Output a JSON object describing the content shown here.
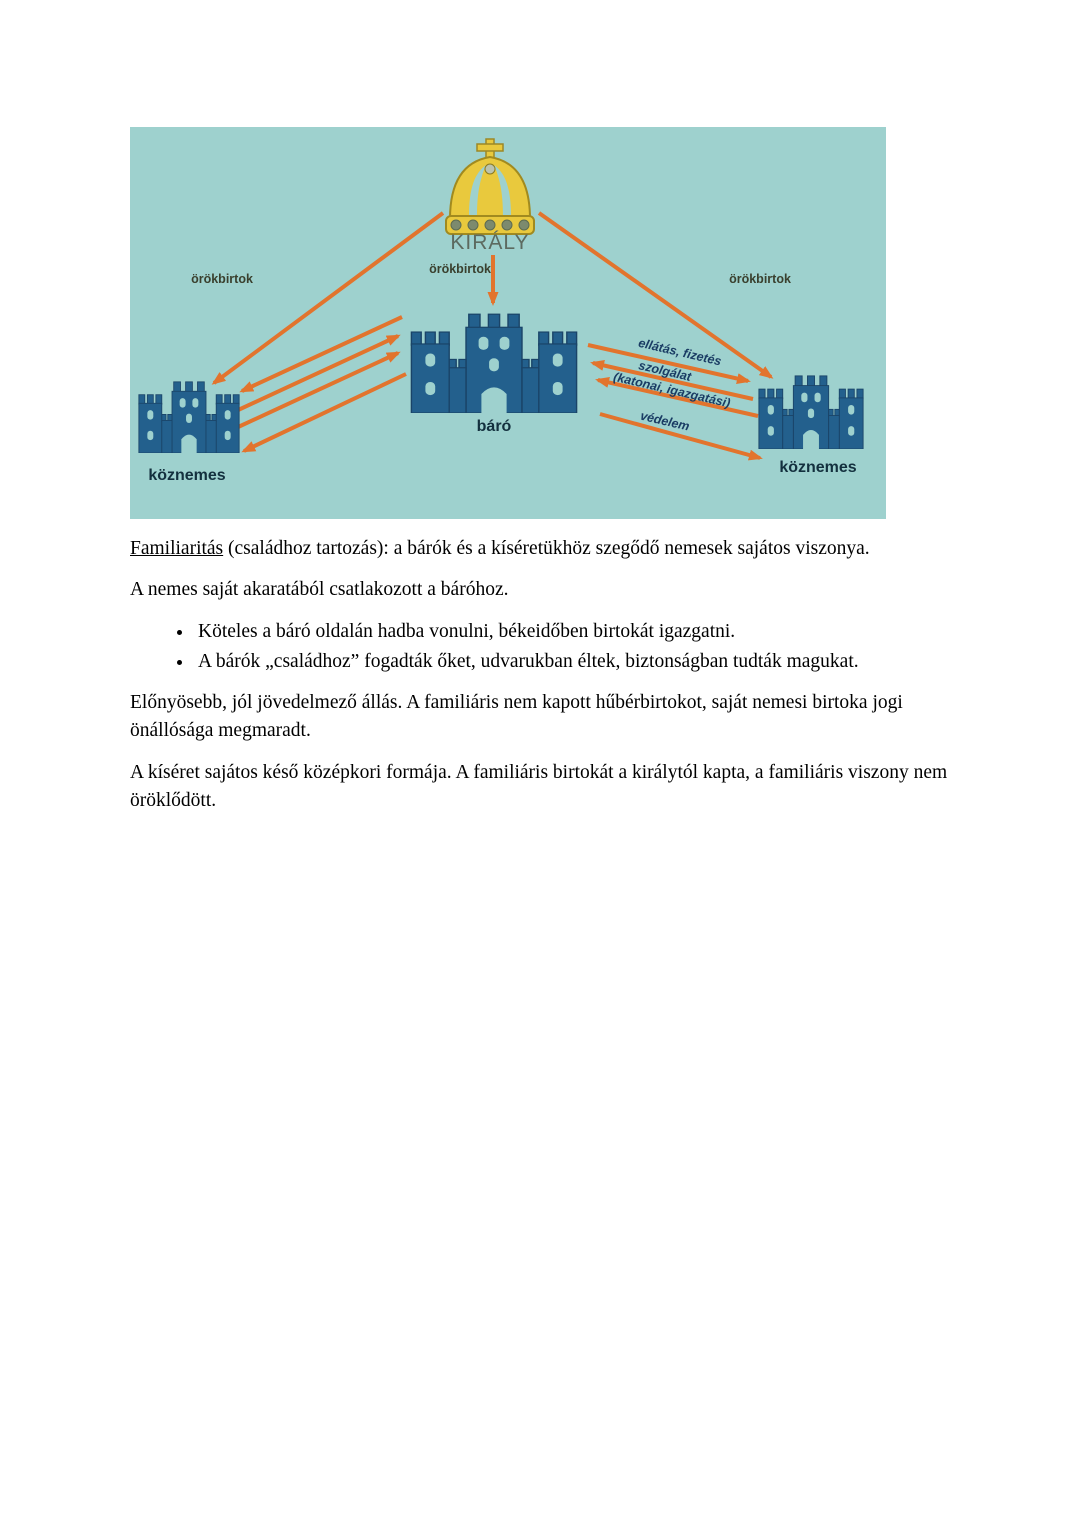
{
  "diagram": {
    "king_label": "KIRÁLY",
    "orokbirtok_labels": [
      "örökbirtok",
      "örökbirtok",
      "örökbirtok"
    ],
    "baro_label": "báró",
    "koznemes_labels": [
      "köznemes",
      "köznemes"
    ],
    "service_labels": [
      "ellátás, fizetés",
      "szolgálat",
      "(katonai, igazgatási)",
      "védelem"
    ],
    "colors": {
      "diagram_background": "#9ed1ce",
      "arrow_orange": "#e2742d",
      "castle_navy": "#23608d",
      "crown_gold": "#e9c93d"
    }
  },
  "content": {
    "para1_term": "Familiaritás",
    "para1_rest": " (családhoz tartozás): a bárók és a kíséretükhöz szegődő nemesek sajátos viszonya.",
    "para2": "A nemes saját akaratából csatlakozott a báróhoz.",
    "bullets": [
      "Köteles a báró oldalán hadba vonulni, békeidőben birtokát igazgatni.",
      "A bárók „családhoz” fogadták őket, udvarukban éltek, biztonságban tudták magukat."
    ],
    "para3": "Előnyösebb, jól jövedelmező állás. A familiáris nem kapott hűbérbirtokot, saját nemesi birtoka jogi önállósága megmaradt.",
    "para4": "A kíséret sajátos késő középkori formája. A familiáris birtokát a királytól kapta, a familiáris viszony nem öröklődött."
  }
}
